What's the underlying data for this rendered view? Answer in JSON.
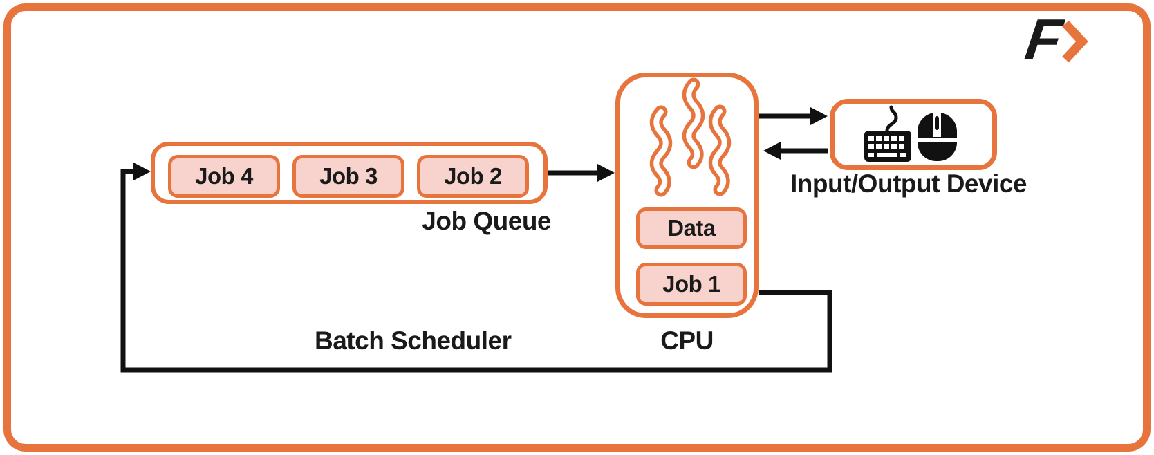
{
  "colors": {
    "accent": "#E8743D",
    "fill_pink": "#F8D2CC",
    "line_black": "#111111",
    "text_black": "#1A1A1A"
  },
  "logo": {
    "letter": "F",
    "chevron_icon": "chevron-right-icon"
  },
  "job_queue": {
    "label": "Job Queue",
    "jobs": [
      {
        "label": "Job 4"
      },
      {
        "label": "Job 3"
      },
      {
        "label": "Job 2"
      }
    ]
  },
  "cpu": {
    "label": "CPU",
    "heat_icon": "heat-waves-icon",
    "slots": [
      {
        "label": "Data"
      },
      {
        "label": "Job 1"
      }
    ]
  },
  "io_device": {
    "label": "Input/Output Device",
    "icons": [
      "keyboard-icon",
      "mouse-icon"
    ]
  },
  "scheduler": {
    "label": "Batch Scheduler"
  }
}
